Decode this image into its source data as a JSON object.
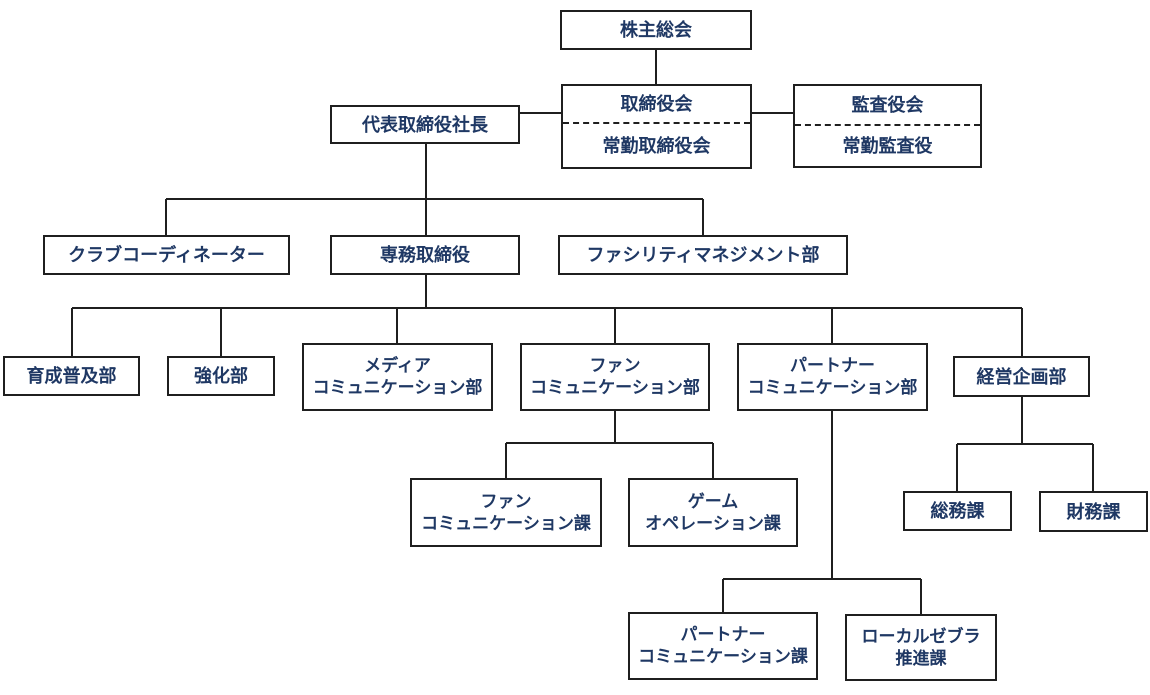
{
  "palette": {
    "text_color": "#1F3864",
    "border_color": "#1f1f1f",
    "line_color": "#1f1f1f",
    "background_color": "#ffffff"
  },
  "org": {
    "nodes": [
      {
        "id": "shareholders-meeting",
        "lines": [
          "株主総会"
        ]
      },
      {
        "id": "board-of-directors",
        "type": "split",
        "top": "取締役会",
        "bottom": "常勤取締役会"
      },
      {
        "id": "audit-board",
        "type": "split",
        "top": "監査役会",
        "bottom": "常勤監査役"
      },
      {
        "id": "president",
        "lines": [
          "代表取締役社長"
        ]
      },
      {
        "id": "club-coordinator",
        "lines": [
          "クラブコーディネーター"
        ]
      },
      {
        "id": "senior-managing-director",
        "lines": [
          "専務取締役"
        ]
      },
      {
        "id": "facility-management-dept",
        "lines": [
          "ファシリティマネジメント部"
        ]
      },
      {
        "id": "development-promotion-dept",
        "lines": [
          "育成普及部"
        ]
      },
      {
        "id": "strengthening-dept",
        "lines": [
          "強化部"
        ]
      },
      {
        "id": "media-communication-dept",
        "lines": [
          "メディア",
          "コミュニケーション部"
        ]
      },
      {
        "id": "fan-communication-dept",
        "lines": [
          "ファン",
          "コミュニケーション部"
        ]
      },
      {
        "id": "partner-communication-dept",
        "lines": [
          "パートナー",
          "コミュニケーション部"
        ]
      },
      {
        "id": "corporate-planning-dept",
        "lines": [
          "経営企画部"
        ]
      },
      {
        "id": "fan-communication-section",
        "lines": [
          "ファン",
          "コミュニケーション課"
        ]
      },
      {
        "id": "game-operation-section",
        "lines": [
          "ゲーム",
          "オペレーション課"
        ]
      },
      {
        "id": "general-affairs-section",
        "lines": [
          "総務課"
        ]
      },
      {
        "id": "finance-section",
        "lines": [
          "財務課"
        ]
      },
      {
        "id": "partner-communication-section",
        "lines": [
          "パートナー",
          "コミュニケーション課"
        ]
      },
      {
        "id": "local-zebra-promotion-section",
        "lines": [
          "ローカルゼブラ",
          "推進課"
        ]
      }
    ],
    "edges": [
      [
        "shareholders-meeting",
        "board-of-directors"
      ],
      [
        "board-of-directors",
        "audit-board"
      ],
      [
        "president",
        "board-of-directors"
      ],
      [
        "president",
        "club-coordinator"
      ],
      [
        "president",
        "senior-managing-director"
      ],
      [
        "president",
        "facility-management-dept"
      ],
      [
        "senior-managing-director",
        "development-promotion-dept"
      ],
      [
        "senior-managing-director",
        "strengthening-dept"
      ],
      [
        "senior-managing-director",
        "media-communication-dept"
      ],
      [
        "senior-managing-director",
        "fan-communication-dept"
      ],
      [
        "senior-managing-director",
        "partner-communication-dept"
      ],
      [
        "senior-managing-director",
        "corporate-planning-dept"
      ],
      [
        "fan-communication-dept",
        "fan-communication-section"
      ],
      [
        "fan-communication-dept",
        "game-operation-section"
      ],
      [
        "corporate-planning-dept",
        "general-affairs-section"
      ],
      [
        "corporate-planning-dept",
        "finance-section"
      ],
      [
        "partner-communication-dept",
        "partner-communication-section"
      ],
      [
        "partner-communication-dept",
        "local-zebra-promotion-section"
      ]
    ]
  }
}
